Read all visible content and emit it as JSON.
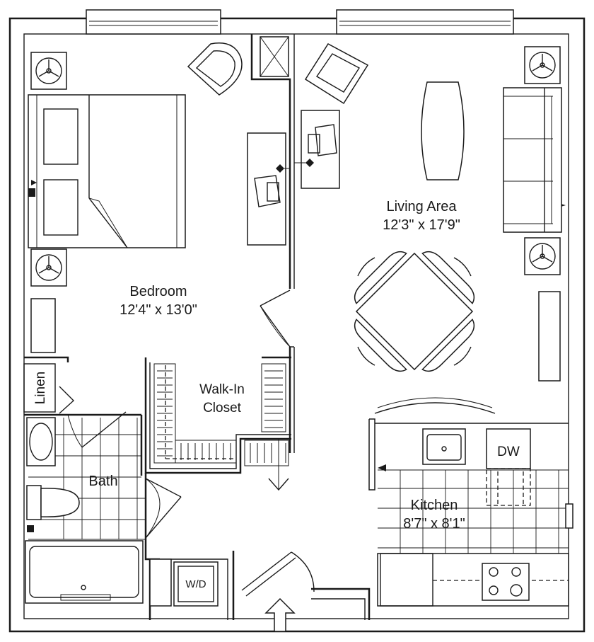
{
  "rooms": {
    "bedroom": {
      "name": "Bedroom",
      "size": "12'4\" x 13'0\""
    },
    "living": {
      "name": "Living Area",
      "size": "12'3\" x 17'9\""
    },
    "kitchen": {
      "name": "Kitchen",
      "size": "8'7\" x 8'1\""
    },
    "closet": {
      "name_line1": "Walk-In",
      "name_line2": "Closet"
    },
    "bath": {
      "name": "Bath"
    },
    "linen": {
      "name": "Linen"
    }
  },
  "appliances": {
    "dishwasher": "DW",
    "washer_dryer": "W/D"
  },
  "icons": [
    "entry-arrow-icon",
    "ceiling-fan-icon",
    "outlet-icon"
  ]
}
